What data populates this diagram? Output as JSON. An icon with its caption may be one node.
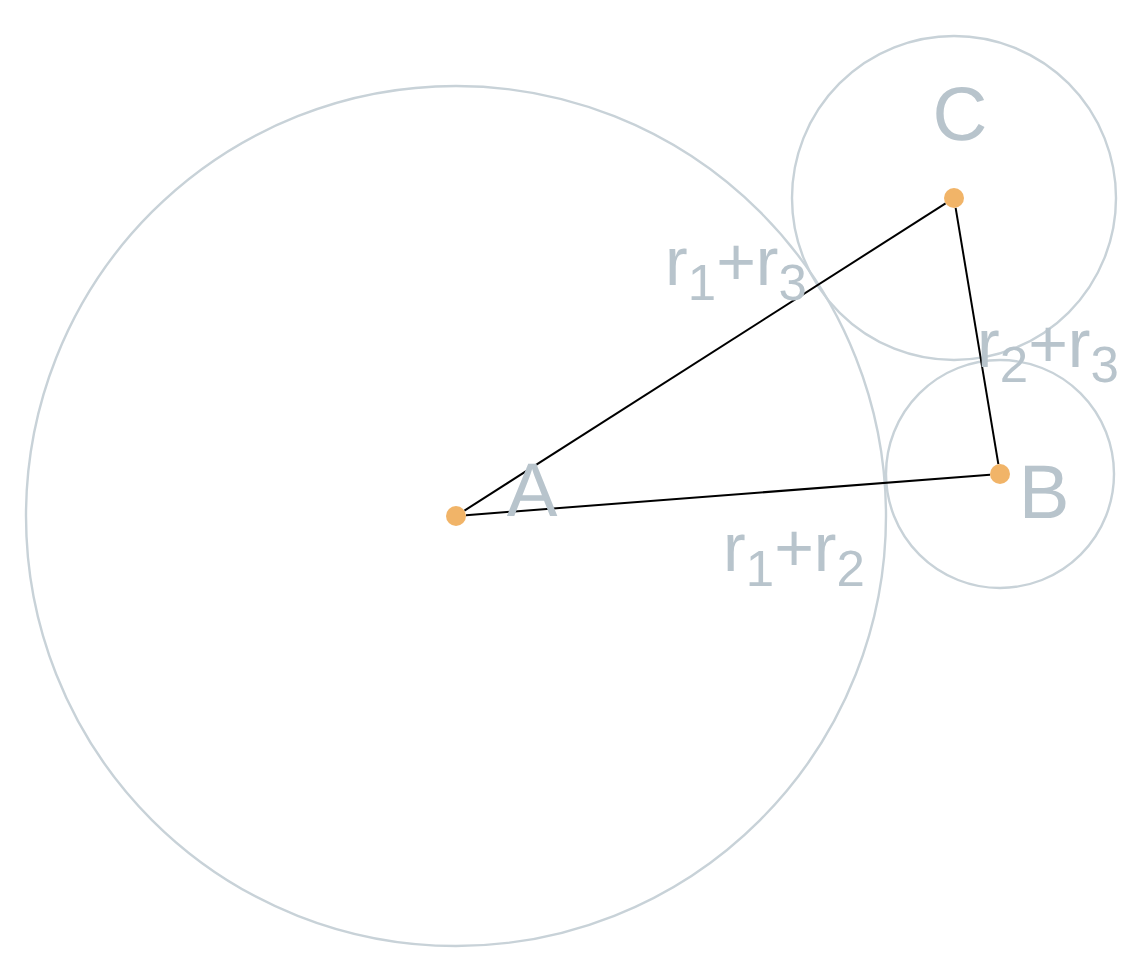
{
  "diagram": {
    "nodes": [
      {
        "text": [],
        "shape": "circle",
        "beside": [
          "A"
        ]
      },
      {
        "text": [],
        "shape": "circle",
        "beside": [
          "B"
        ]
      },
      {
        "text": [],
        "shape": "circle",
        "beside": [
          "C"
        ]
      }
    ],
    "edges": [
      {
        "from": 0,
        "to": 2,
        "arrow": "none",
        "label": "r$_{1}$+r$_{3}$"
      },
      {
        "from": 0,
        "to": 1,
        "arrow": "none",
        "label": "r$_{1}$+r$_{2}$"
      },
      {
        "from": 2,
        "to": 1,
        "arrow": "none",
        "label": "r$_{2}$+r$_{3}$"
      }
    ]
  }
}
